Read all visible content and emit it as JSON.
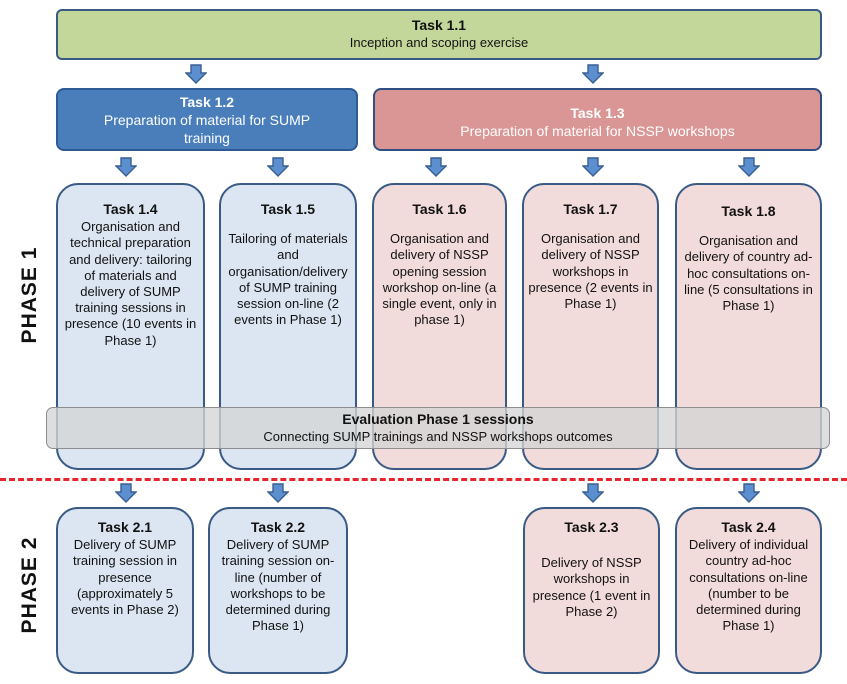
{
  "phases": {
    "phase1": "PHASE 1",
    "phase2": "PHASE 2"
  },
  "task_1_1": {
    "title": "Task 1.1",
    "desc": "Inception and scoping exercise"
  },
  "task_1_2": {
    "title": "Task 1.2",
    "desc": "Preparation of material for SUMP training"
  },
  "task_1_3": {
    "title": "Task 1.3",
    "desc": "Preparation of material for NSSP workshops"
  },
  "task_1_4": {
    "title": "Task 1.4",
    "desc": "Organisation and technical preparation and delivery: tailoring of materials and delivery of SUMP training sessions in presence (10 events in Phase 1)"
  },
  "task_1_5": {
    "title": "Task 1.5",
    "desc": "Tailoring of materials and organisation/delivery of SUMP training session on-line (2 events in Phase 1)"
  },
  "task_1_6": {
    "title": "Task 1.6",
    "desc": "Organisation and delivery of NSSP opening session workshop on-line (a single event, only in phase 1)"
  },
  "task_1_7": {
    "title": "Task 1.7",
    "desc": "Organisation and delivery of NSSP workshops in presence (2 events in Phase 1)"
  },
  "task_1_8": {
    "title": "Task 1.8",
    "desc": "Organisation and delivery of country ad-hoc consultations on-line (5 consultations in Phase 1)"
  },
  "evaluation": {
    "title": "Evaluation Phase 1 sessions",
    "desc": "Connecting SUMP trainings and NSSP workshops outcomes"
  },
  "task_2_1": {
    "title": "Task 2.1",
    "desc": "Delivery of SUMP training session in presence (approximately 5 events in Phase 2)"
  },
  "task_2_2": {
    "title": "Task 2.2",
    "desc": "Delivery of SUMP training session on-line (number of workshops to be determined during Phase 1)"
  },
  "task_2_3": {
    "title": "Task 2.3",
    "desc": "Delivery of NSSP workshops in presence (1 event in Phase 2)"
  },
  "task_2_4": {
    "title": "Task 2.4",
    "desc": "Delivery of individual country ad-hoc consultations on-line (number to be determined during Phase 1)"
  },
  "colors": {
    "phase1_header": "#c4d79b",
    "sump_header": "#4a7ebb",
    "nssp_header": "#da9694",
    "sump_box": "#dce6f2",
    "nssp_box": "#f2dcdb",
    "divider": "#e8242c"
  }
}
